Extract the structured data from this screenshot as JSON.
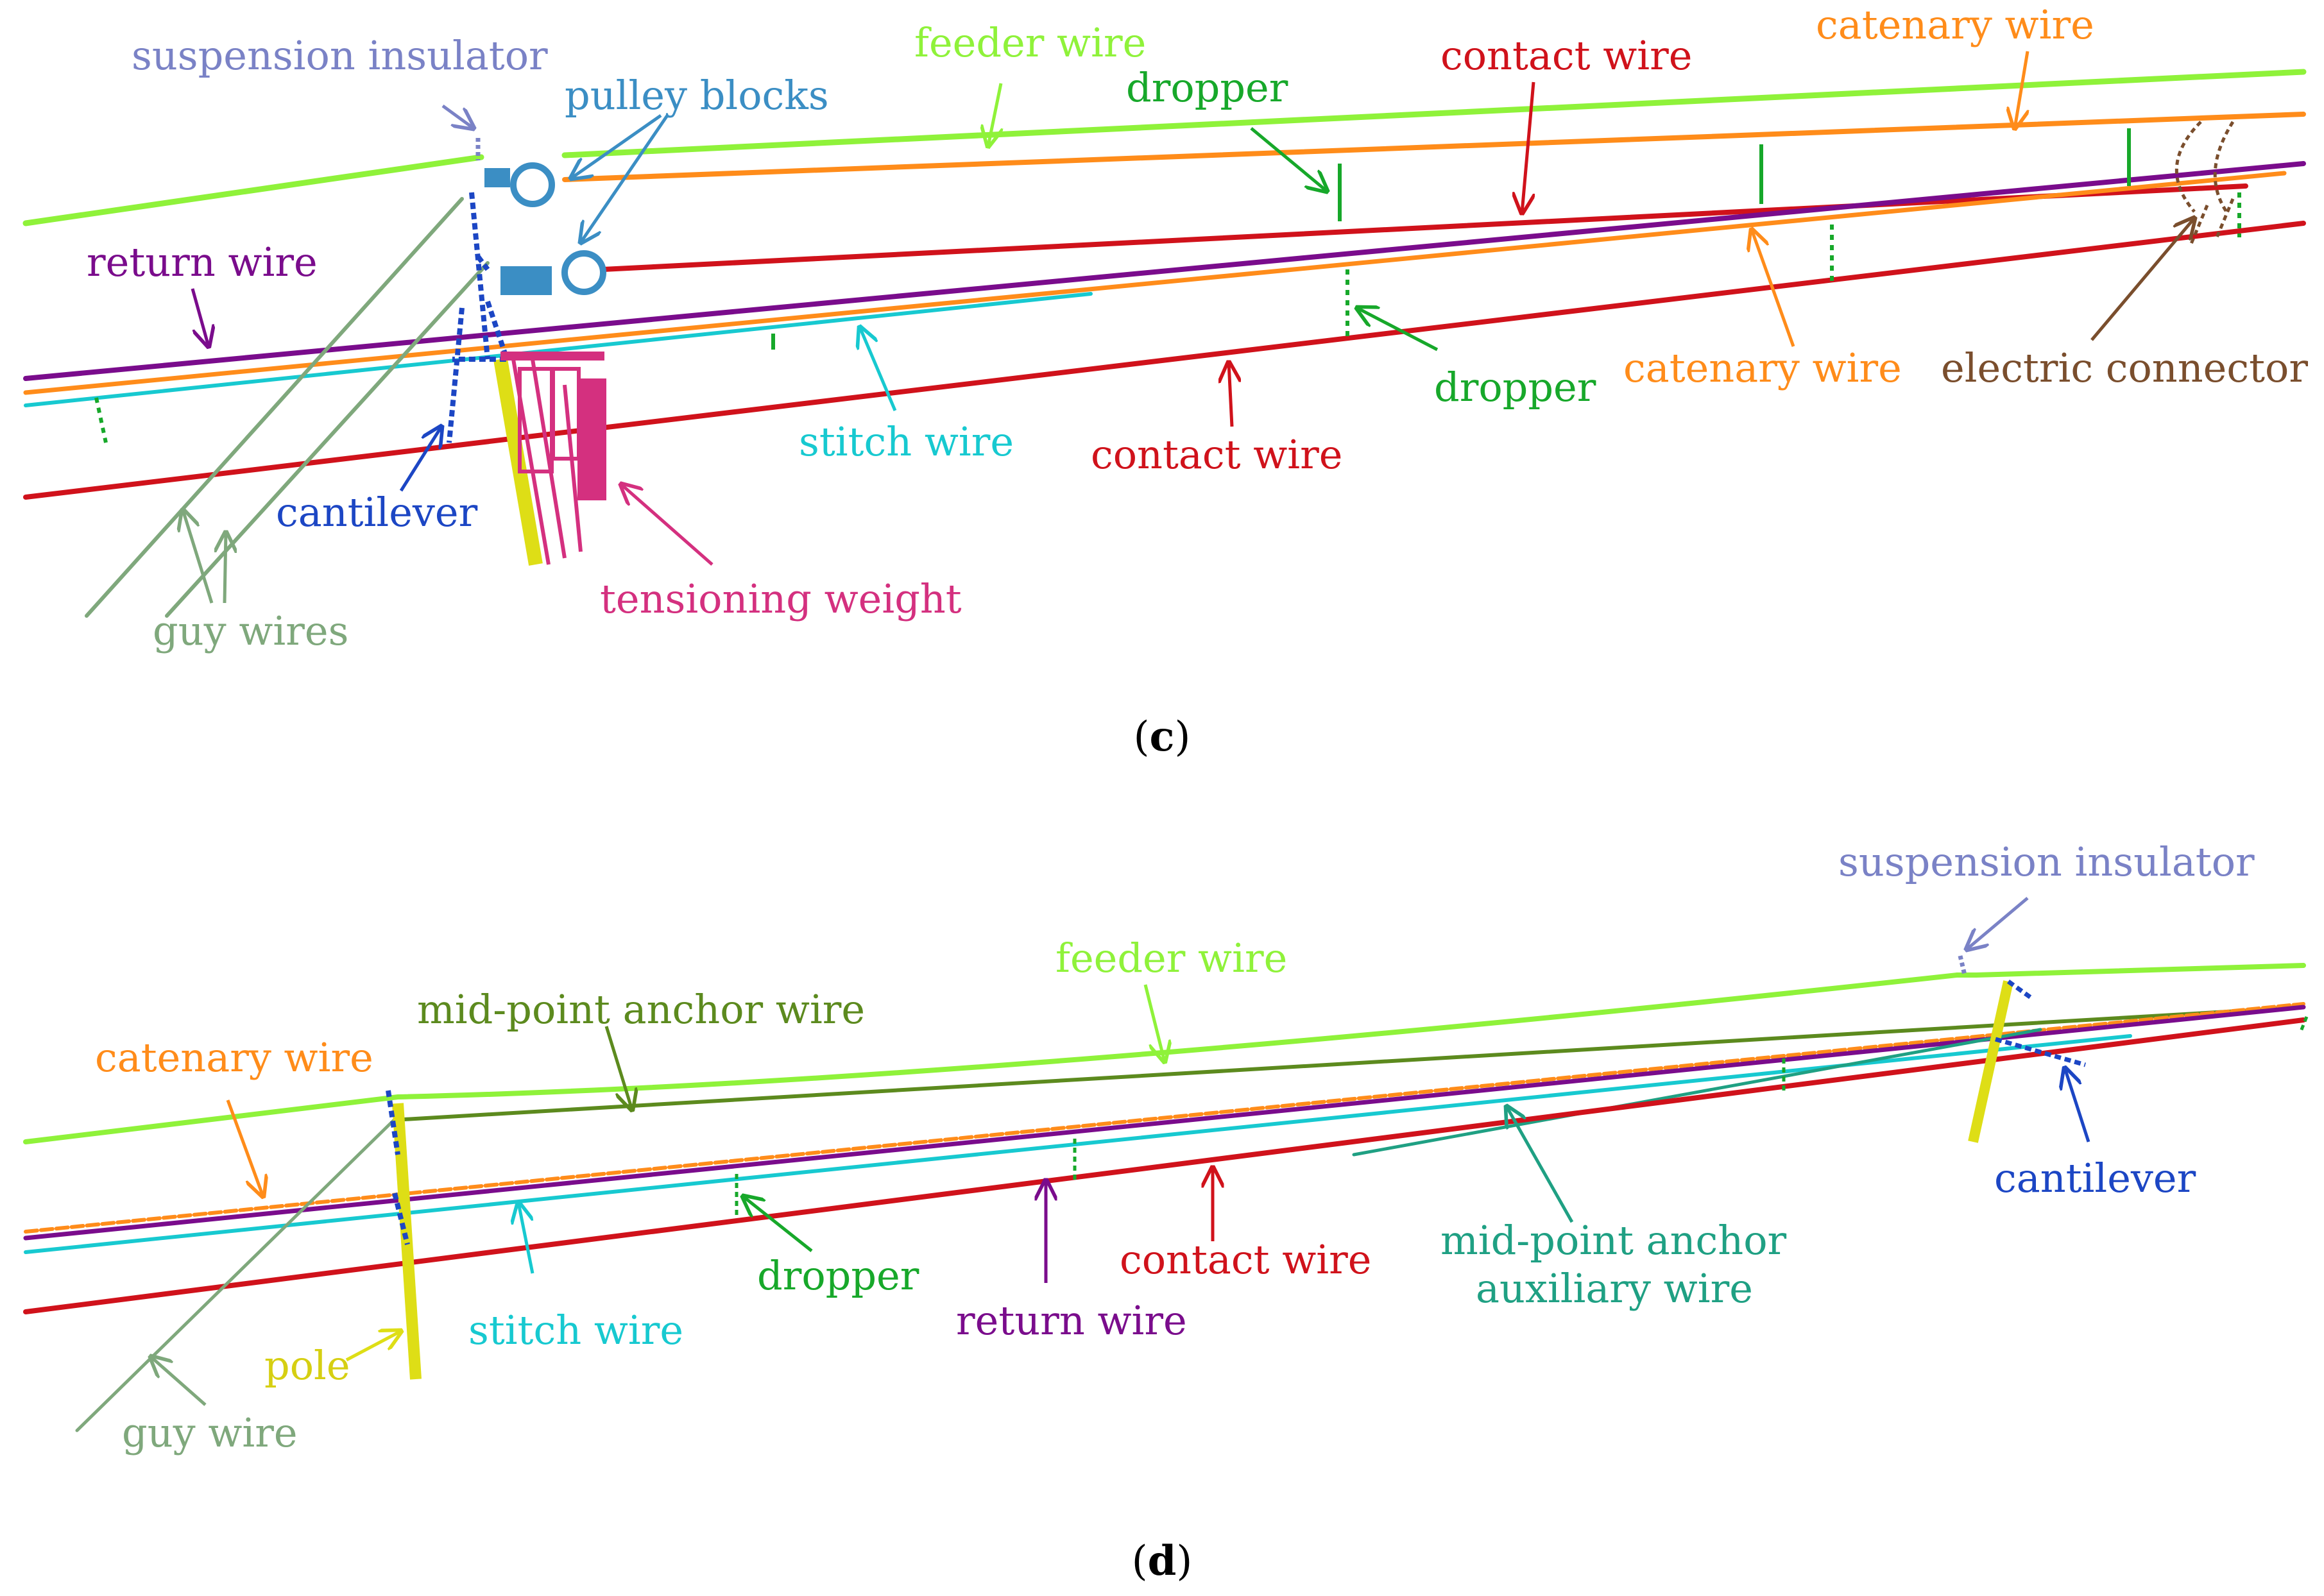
{
  "colors": {
    "feeder": "#8ff23a",
    "catenary": "#ff8c1a",
    "contact": "#d0121b",
    "return": "#7a0c8c",
    "stitch": "#17c9d0",
    "dropper": "#17a82a",
    "cantilever": "#1c46c4",
    "pulley": "#3b8ec4",
    "insulator": "#7a82c6",
    "tension": "#d4307f",
    "guy": "#7fa87c",
    "connector": "#7a4e2d",
    "pole": "#dede16",
    "anchor": "#5c8a1e",
    "anchor_aux": "#1fa083"
  },
  "panel_c": {
    "caption_letter": "c",
    "labels": {
      "suspension_insulator": "suspension insulator",
      "pulley_blocks": "pulley blocks",
      "feeder_wire": "feeder wire",
      "dropper_top": "dropper",
      "contact_wire_top": "contact wire",
      "catenary_wire_top": "catenary wire",
      "return_wire": "return wire",
      "catenary_wire_mid": "catenary wire",
      "electric_connector": "electric connector",
      "dropper_mid": "dropper",
      "stitch_wire": "stitch wire",
      "contact_wire_bottom": "contact wire",
      "cantilever": "cantilever",
      "tensioning_weight": "tensioning weight",
      "guy_wires": "guy wires"
    }
  },
  "panel_d": {
    "caption_letter": "d",
    "labels": {
      "suspension_insulator": "suspension insulator",
      "feeder_wire": "feeder wire",
      "mid_point_anchor_wire": "mid-point anchor wire",
      "catenary_wire": "catenary wire",
      "cantilever": "cantilever",
      "mid_point_anchor_aux_1": "mid-point anchor",
      "mid_point_anchor_aux_2": "auxiliary wire",
      "contact_wire": "contact wire",
      "dropper": "dropper",
      "return_wire": "return wire",
      "stitch_wire": "stitch wire",
      "pole": "pole",
      "guy_wire": "guy wire"
    }
  }
}
